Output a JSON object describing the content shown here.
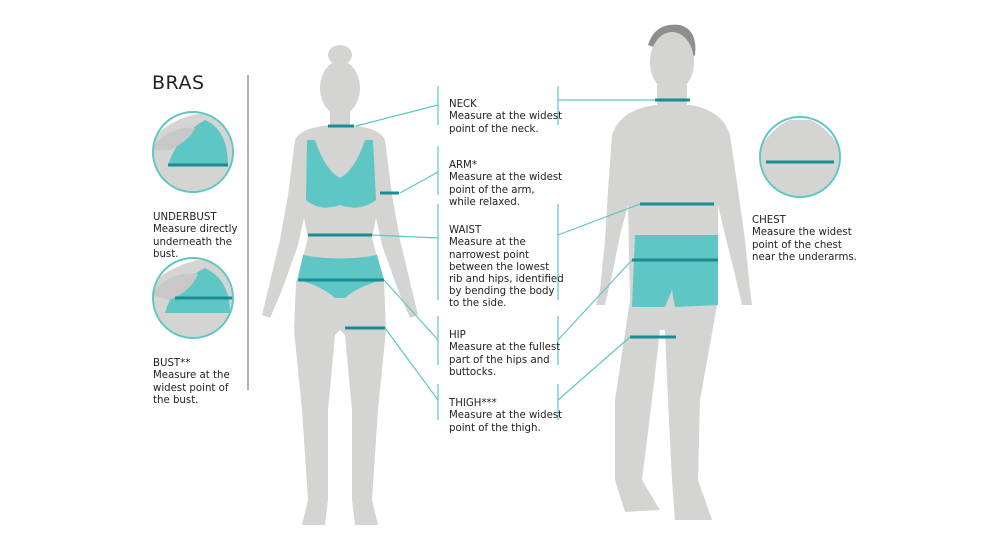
{
  "colors": {
    "accent": "#5ec6c4",
    "accent_dark": "#1a8c94",
    "body": "#d4d4d2",
    "outline": "#b8b8b6",
    "divider": "#999999"
  },
  "bras": {
    "title": "BRAS",
    "underbust": {
      "label": "UNDERBUST",
      "desc": "Measure directly\nunderneath the\nbust."
    },
    "bust": {
      "label": "BUST**",
      "desc": "Measure at the\nwidest point of\nthe bust."
    }
  },
  "measurements": {
    "neck": {
      "label": "NECK",
      "desc": "Measure at the widest\npoint of the neck."
    },
    "arm": {
      "label": "ARM*",
      "desc": "Measure at the widest\npoint of the arm,\nwhile relaxed."
    },
    "waist": {
      "label": "WAIST",
      "desc": "Measure at the\nnarrowest point\nbetween the lowest\nrib and hips, identified\nby bending the body\nto the side."
    },
    "hip": {
      "label": "HIP",
      "desc": "Measure at the fullest\npart of the hips and\nbuttocks."
    },
    "thigh": {
      "label": "THIGH***",
      "desc": "Measure at the widest\npoint of the thigh."
    },
    "chest": {
      "label": "CHEST",
      "desc": "Measure the widest\npoint of the chest\nnear the underarms."
    }
  }
}
